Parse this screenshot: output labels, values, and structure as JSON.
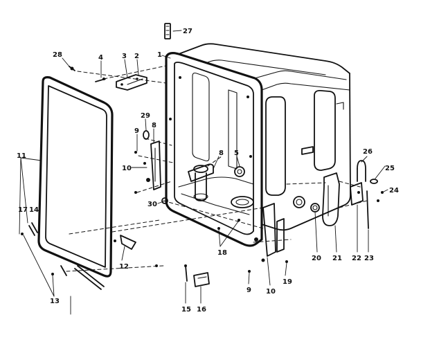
{
  "diagram": {
    "callouts": [
      {
        "id": "c27",
        "text": "27"
      },
      {
        "id": "c28",
        "text": "28"
      },
      {
        "id": "c4",
        "text": "4"
      },
      {
        "id": "c3",
        "text": "3"
      },
      {
        "id": "c2",
        "text": "2"
      },
      {
        "id": "c1",
        "text": "1"
      },
      {
        "id": "c29",
        "text": "29"
      },
      {
        "id": "c9a",
        "text": "9"
      },
      {
        "id": "c8a",
        "text": "8"
      },
      {
        "id": "c10a",
        "text": "10"
      },
      {
        "id": "c8b",
        "text": "8"
      },
      {
        "id": "c5",
        "text": "5"
      },
      {
        "id": "c11",
        "text": "11"
      },
      {
        "id": "c30",
        "text": "30"
      },
      {
        "id": "c17",
        "text": "17"
      },
      {
        "id": "c14",
        "text": "14"
      },
      {
        "id": "c18",
        "text": "18"
      },
      {
        "id": "c12",
        "text": "12"
      },
      {
        "id": "c13",
        "text": "13"
      },
      {
        "id": "c15",
        "text": "15"
      },
      {
        "id": "c16",
        "text": "16"
      },
      {
        "id": "c9b",
        "text": "9"
      },
      {
        "id": "c10b",
        "text": "10"
      },
      {
        "id": "c19",
        "text": "19"
      },
      {
        "id": "c20",
        "text": "20"
      },
      {
        "id": "c21",
        "text": "21"
      },
      {
        "id": "c22",
        "text": "22"
      },
      {
        "id": "c23",
        "text": "23"
      },
      {
        "id": "c24",
        "text": "24"
      },
      {
        "id": "c25",
        "text": "25"
      },
      {
        "id": "c26",
        "text": "26"
      }
    ]
  }
}
